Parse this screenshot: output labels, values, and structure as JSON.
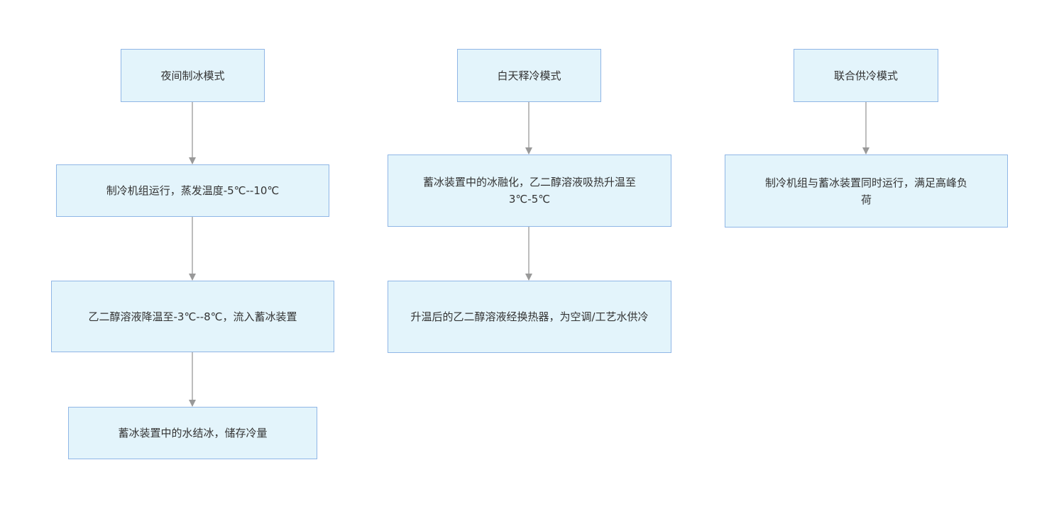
{
  "diagram": {
    "columns": [
      {
        "header": "夜间制冰模式",
        "steps": [
          "制冷机组运行，蒸发温度-5℃--10℃",
          "乙二醇溶液降温至-3℃--8℃，流入蓄冰装置",
          "蓄冰装置中的水结冰，储存冷量"
        ]
      },
      {
        "header": "白天释冷模式",
        "steps": [
          "蓄冰装置中的冰融化，乙二醇溶液吸热升温至3℃-5℃",
          "升温后的乙二醇溶液经换热器，为空调/工艺水供冷"
        ]
      },
      {
        "header": "联合供冷模式",
        "steps": [
          "制冷机组与蓄冰装置同时运行，满足高峰负荷"
        ]
      }
    ]
  },
  "colors": {
    "node_fill": "#e3f4fb",
    "node_border": "#8fb6e6",
    "edge": "#999999",
    "text": "#333333"
  }
}
